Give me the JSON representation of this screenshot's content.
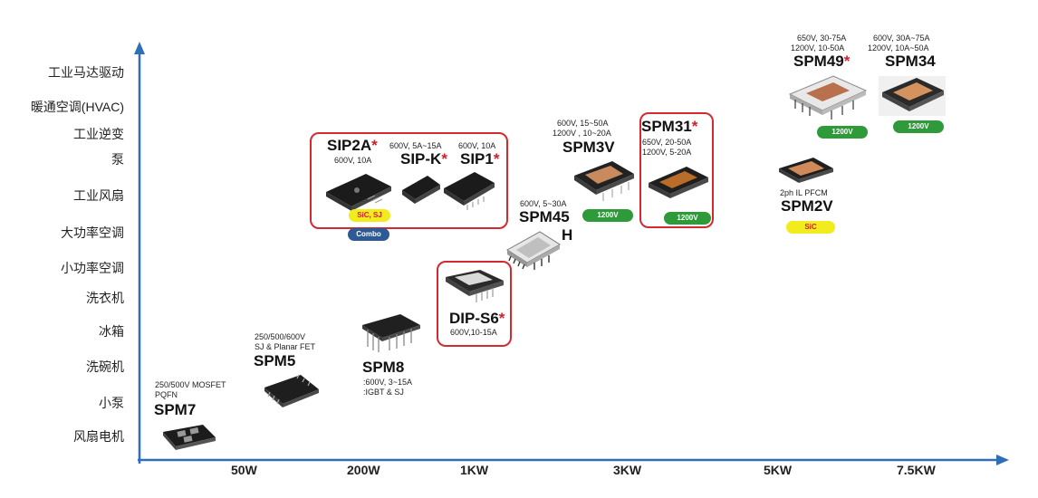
{
  "y_axis_labels": [
    "工业马达驱动",
    "暖通空调(HVAC)",
    "工业逆变",
    "泵",
    "工业风扇",
    "大功率空调",
    "小功率空调",
    "洗衣机",
    "冰箱",
    "洗碗机",
    "小泵",
    "风扇电机"
  ],
  "x_axis_labels": [
    "50W",
    "200W",
    "1KW",
    "3KW",
    "5KW",
    "7.5KW"
  ],
  "products": {
    "spm7": {
      "spec1": "250/500V MOSFET",
      "spec2": "PQFN",
      "name": "SPM7"
    },
    "spm5": {
      "spec1": "250/500/600V",
      "spec2": "SJ & Planar FET",
      "name": "SPM5"
    },
    "spm8": {
      "name": "SPM8",
      "spec1": ":600V, 3~15A",
      "spec2": ":IGBT & SJ"
    },
    "dips6": {
      "name": "DIP-S6",
      "star": "*",
      "spec1": "600V,10-15A"
    },
    "spm45h": {
      "spec1": "600V, 5~30A",
      "name1": "SPM45",
      "name2": "H"
    },
    "sip2a": {
      "name": "SIP2A",
      "star": "*",
      "spec1": "600V, 10A",
      "badge": "SiC, SJ",
      "combo": "Combo"
    },
    "sipk": {
      "spec1": "600V, 5A~15A",
      "name": "SIP-K",
      "star": "*"
    },
    "sip1": {
      "spec1": "600V, 10A",
      "name": "SIP1",
      "star": "*"
    },
    "spm3v": {
      "spec1": "600V, 15~50A",
      "spec2": "1200V , 10~20A",
      "name": "SPM3V",
      "badge": "1200V"
    },
    "spm31": {
      "name": "SPM31",
      "star": "*",
      "spec1": "650V, 20-50A",
      "spec2": "1200V, 5-20A",
      "badge": "1200V"
    },
    "spm2v": {
      "spec1": "2ph IL PFCM",
      "name": "SPM2V",
      "badge": "SiC"
    },
    "spm49": {
      "spec1": "650V, 30-75A",
      "spec2": "1200V, 10-50A",
      "name": "SPM49",
      "star": "*",
      "badge": "1200V"
    },
    "spm34": {
      "spec1": "600V, 30A~75A",
      "spec2": "1200V, 10A~50A",
      "name": "SPM34",
      "badge": "1200V"
    }
  },
  "colors": {
    "axis": "#2f6fb6",
    "highlight": "#d22a2f",
    "badge_green": "#2e9a3a",
    "badge_yellow": "#f2ec1c",
    "badge_blue": "#2e5a93"
  }
}
